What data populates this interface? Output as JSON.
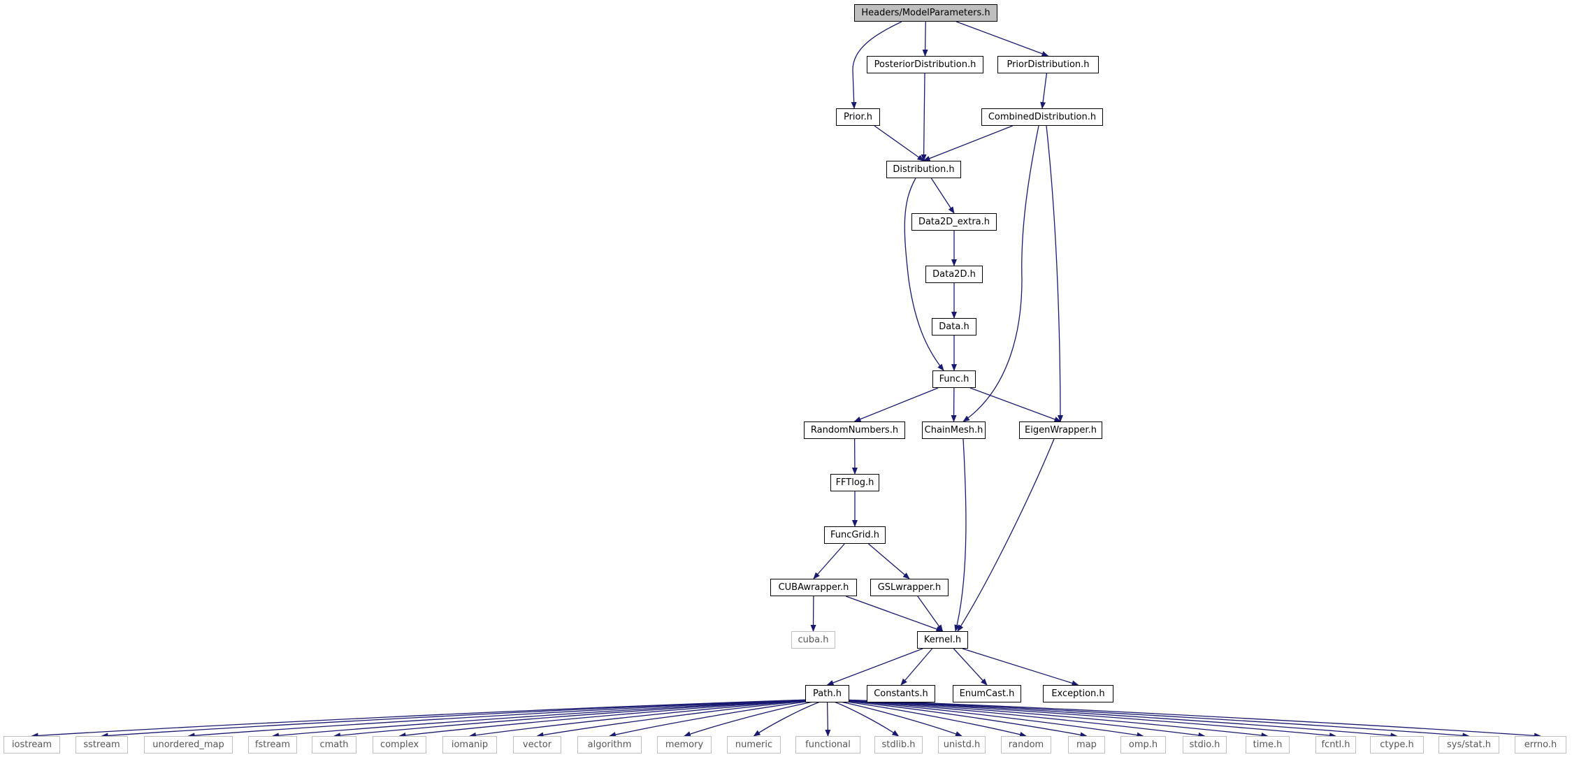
{
  "diagram": {
    "colors": {
      "edge": "#191970",
      "root_fill": "#bfbfbf",
      "node_border": "#000000",
      "external_border": "#bfbfbf",
      "external_text": "#555555"
    },
    "nodes": [
      {
        "id": "model",
        "label": "Headers/ModelParameters.h",
        "kind": "root"
      },
      {
        "id": "posterior",
        "label": "PosteriorDistribution.h",
        "kind": "internal"
      },
      {
        "id": "priordist",
        "label": "PriorDistribution.h",
        "kind": "internal"
      },
      {
        "id": "prior",
        "label": "Prior.h",
        "kind": "internal"
      },
      {
        "id": "combined",
        "label": "CombinedDistribution.h",
        "kind": "internal"
      },
      {
        "id": "distribution",
        "label": "Distribution.h",
        "kind": "internal"
      },
      {
        "id": "data2dextra",
        "label": "Data2D_extra.h",
        "kind": "internal"
      },
      {
        "id": "data2d",
        "label": "Data2D.h",
        "kind": "internal"
      },
      {
        "id": "data",
        "label": "Data.h",
        "kind": "internal"
      },
      {
        "id": "func",
        "label": "Func.h",
        "kind": "internal"
      },
      {
        "id": "random",
        "label": "RandomNumbers.h",
        "kind": "internal"
      },
      {
        "id": "chainmesh",
        "label": "ChainMesh.h",
        "kind": "internal"
      },
      {
        "id": "eigen",
        "label": "EigenWrapper.h",
        "kind": "internal"
      },
      {
        "id": "fftlog",
        "label": "FFTlog.h",
        "kind": "internal"
      },
      {
        "id": "funcgrid",
        "label": "FuncGrid.h",
        "kind": "internal"
      },
      {
        "id": "cuba",
        "label": "CUBAwrapper.h",
        "kind": "internal"
      },
      {
        "id": "gsl",
        "label": "GSLwrapper.h",
        "kind": "internal"
      },
      {
        "id": "cubah",
        "label": "cuba.h",
        "kind": "external"
      },
      {
        "id": "kernel",
        "label": "Kernel.h",
        "kind": "internal"
      },
      {
        "id": "path",
        "label": "Path.h",
        "kind": "internal"
      },
      {
        "id": "constants",
        "label": "Constants.h",
        "kind": "internal"
      },
      {
        "id": "enumcast",
        "label": "EnumCast.h",
        "kind": "internal"
      },
      {
        "id": "exception",
        "label": "Exception.h",
        "kind": "internal"
      },
      {
        "id": "iostream",
        "label": "iostream",
        "kind": "external"
      },
      {
        "id": "sstream",
        "label": "sstream",
        "kind": "external"
      },
      {
        "id": "unordered_map",
        "label": "unordered_map",
        "kind": "external"
      },
      {
        "id": "fstream",
        "label": "fstream",
        "kind": "external"
      },
      {
        "id": "cmath",
        "label": "cmath",
        "kind": "external"
      },
      {
        "id": "complex",
        "label": "complex",
        "kind": "external"
      },
      {
        "id": "iomanip",
        "label": "iomanip",
        "kind": "external"
      },
      {
        "id": "vector",
        "label": "vector",
        "kind": "external"
      },
      {
        "id": "algorithm",
        "label": "algorithm",
        "kind": "external"
      },
      {
        "id": "memory",
        "label": "memory",
        "kind": "external"
      },
      {
        "id": "numeric",
        "label": "numeric",
        "kind": "external"
      },
      {
        "id": "functional",
        "label": "functional",
        "kind": "external"
      },
      {
        "id": "stdlib",
        "label": "stdlib.h",
        "kind": "external"
      },
      {
        "id": "unistd",
        "label": "unistd.h",
        "kind": "external"
      },
      {
        "id": "randomstd",
        "label": "random",
        "kind": "external"
      },
      {
        "id": "map",
        "label": "map",
        "kind": "external"
      },
      {
        "id": "omp",
        "label": "omp.h",
        "kind": "external"
      },
      {
        "id": "stdio",
        "label": "stdio.h",
        "kind": "external"
      },
      {
        "id": "time",
        "label": "time.h",
        "kind": "external"
      },
      {
        "id": "fcntl",
        "label": "fcntl.h",
        "kind": "external"
      },
      {
        "id": "ctype",
        "label": "ctype.h",
        "kind": "external"
      },
      {
        "id": "sysstat",
        "label": "sys/stat.h",
        "kind": "external"
      },
      {
        "id": "errno",
        "label": "errno.h",
        "kind": "external"
      }
    ],
    "edges": [
      {
        "from": "model",
        "to": "posterior"
      },
      {
        "from": "model",
        "to": "priordist"
      },
      {
        "from": "model",
        "to": "prior"
      },
      {
        "from": "priordist",
        "to": "combined"
      },
      {
        "from": "prior",
        "to": "distribution"
      },
      {
        "from": "posterior",
        "to": "distribution"
      },
      {
        "from": "combined",
        "to": "distribution"
      },
      {
        "from": "combined",
        "to": "chainmesh"
      },
      {
        "from": "combined",
        "to": "eigen"
      },
      {
        "from": "distribution",
        "to": "data2dextra"
      },
      {
        "from": "distribution",
        "to": "func"
      },
      {
        "from": "data2dextra",
        "to": "data2d"
      },
      {
        "from": "data2d",
        "to": "data"
      },
      {
        "from": "data",
        "to": "func"
      },
      {
        "from": "func",
        "to": "random"
      },
      {
        "from": "func",
        "to": "chainmesh"
      },
      {
        "from": "func",
        "to": "eigen"
      },
      {
        "from": "random",
        "to": "fftlog"
      },
      {
        "from": "fftlog",
        "to": "funcgrid"
      },
      {
        "from": "funcgrid",
        "to": "cuba"
      },
      {
        "from": "funcgrid",
        "to": "gsl"
      },
      {
        "from": "cuba",
        "to": "cubah"
      },
      {
        "from": "cuba",
        "to": "kernel"
      },
      {
        "from": "gsl",
        "to": "kernel"
      },
      {
        "from": "chainmesh",
        "to": "kernel"
      },
      {
        "from": "eigen",
        "to": "kernel"
      },
      {
        "from": "kernel",
        "to": "path"
      },
      {
        "from": "kernel",
        "to": "constants"
      },
      {
        "from": "kernel",
        "to": "enumcast"
      },
      {
        "from": "kernel",
        "to": "exception"
      },
      {
        "from": "path",
        "to": "iostream"
      },
      {
        "from": "path",
        "to": "sstream"
      },
      {
        "from": "path",
        "to": "unordered_map"
      },
      {
        "from": "path",
        "to": "fstream"
      },
      {
        "from": "path",
        "to": "cmath"
      },
      {
        "from": "path",
        "to": "complex"
      },
      {
        "from": "path",
        "to": "iomanip"
      },
      {
        "from": "path",
        "to": "vector"
      },
      {
        "from": "path",
        "to": "algorithm"
      },
      {
        "from": "path",
        "to": "memory"
      },
      {
        "from": "path",
        "to": "numeric"
      },
      {
        "from": "path",
        "to": "functional"
      },
      {
        "from": "path",
        "to": "stdlib"
      },
      {
        "from": "path",
        "to": "unistd"
      },
      {
        "from": "path",
        "to": "randomstd"
      },
      {
        "from": "path",
        "to": "map"
      },
      {
        "from": "path",
        "to": "omp"
      },
      {
        "from": "path",
        "to": "stdio"
      },
      {
        "from": "path",
        "to": "time"
      },
      {
        "from": "path",
        "to": "fcntl"
      },
      {
        "from": "path",
        "to": "ctype"
      },
      {
        "from": "path",
        "to": "sysstat"
      },
      {
        "from": "path",
        "to": "errno"
      }
    ]
  }
}
